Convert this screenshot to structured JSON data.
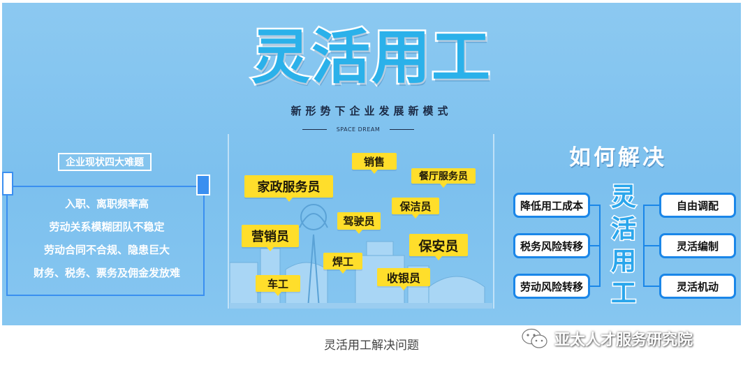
{
  "title": "灵活用工",
  "subtitle": "新形势下企业发展新模式",
  "tagline": "SPACE DREAM",
  "left_panel": {
    "tag": "企业现状四大难题",
    "problems": [
      "入职、离职频率高",
      "劳动关系模糊团队不稳定",
      "劳动合同不合规、隐患巨大",
      "财务、税务、票务及佣金发放难"
    ]
  },
  "jobs": {
    "sales": "销售",
    "restaurant": "餐厅服务员",
    "housekeeping": "家政服务员",
    "cleaner": "保洁员",
    "driver": "驾驶员",
    "marketer": "营销员",
    "security": "保安员",
    "welder": "焊工",
    "cashier": "收银员",
    "lathe": "车工"
  },
  "right_panel": {
    "heading": "如何解决",
    "center_chars": [
      "灵",
      "活",
      "用",
      "工"
    ],
    "left_items": [
      "降低用工成本",
      "税务风险转移",
      "劳动风险转移"
    ],
    "right_items": [
      "自由调配",
      "灵活编制",
      "灵活机动"
    ]
  },
  "caption": "灵活用工解决问题",
  "watermark": "亚太人才服务研究院",
  "colors": {
    "banner": "#7cc0ee",
    "accent_blue": "#1a86e8",
    "job_yellow": "#ffde2b",
    "title_blue": "#2bb1ea"
  }
}
